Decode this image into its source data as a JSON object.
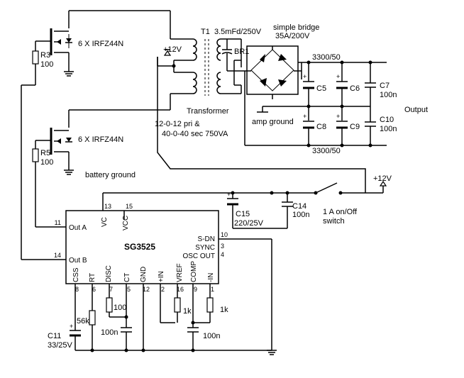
{
  "diagram": {
    "mosfet_labels": [
      "6 X IRFZ44N",
      "6 X IRFZ44N"
    ],
    "resistors": {
      "r3": {
        "name": "R3",
        "value": "100"
      },
      "r5": {
        "name": "R5",
        "value": "100"
      },
      "rt": "56k",
      "disc": "100",
      "vref_r": "1k",
      "in_r": "1k"
    },
    "transformer": {
      "name": "T1",
      "label": "Transformer",
      "spec_primary": "12-0-12 pri  &",
      "spec_secondary": "40-0-40 sec  750VA",
      "center_tap": "+12V"
    },
    "rectifier": {
      "cap": "3.5mFd/250V",
      "name": "BR1",
      "desc_1": "simple bridge",
      "desc_2": "35A/200V"
    },
    "filter": {
      "top_value": "3300/50",
      "bottom_value": "3300/50",
      "caps": [
        "C5",
        "C6",
        "C7",
        "C8",
        "C9",
        "C10"
      ],
      "c7_value": "100n",
      "c10_value": "100n",
      "ground": "amp ground",
      "output": "Output"
    },
    "power": {
      "battery_ground": "battery ground",
      "supply": "+12V",
      "c14": "C14",
      "c14_value": "100n",
      "c15": "C15",
      "c15_value": "220/25V",
      "switch_1": "1 A  on/Off",
      "switch_2": "switch"
    },
    "chip": {
      "name": "SG3525",
      "pins_left": [
        {
          "num": "11",
          "name": "Out A"
        },
        {
          "num": "14",
          "name": "Out B"
        }
      ],
      "pins_top": [
        {
          "num": "13",
          "name": "VC"
        },
        {
          "num": "15",
          "name": "VCC"
        }
      ],
      "pins_right": [
        {
          "num": "10",
          "name": "S-DN"
        },
        {
          "num": "3",
          "name": "SYNC"
        },
        {
          "num": "4",
          "name": "OSC OUT"
        }
      ],
      "pins_bottom": [
        {
          "num": "8",
          "name": "CSS"
        },
        {
          "num": "6",
          "name": "RT"
        },
        {
          "num": "7",
          "name": "DISC"
        },
        {
          "num": "5",
          "name": "CT"
        },
        {
          "num": "12",
          "name": "GND"
        },
        {
          "num": "2",
          "name": "+IN"
        },
        {
          "num": "16",
          "name": "VREF"
        },
        {
          "num": "9",
          "name": "COMP"
        },
        {
          "num": "1",
          "name": "-IN"
        }
      ]
    },
    "timing": {
      "ct_value": "100n",
      "comp_value": "100n",
      "c11": "C11",
      "c11_value": "33/25V"
    }
  }
}
